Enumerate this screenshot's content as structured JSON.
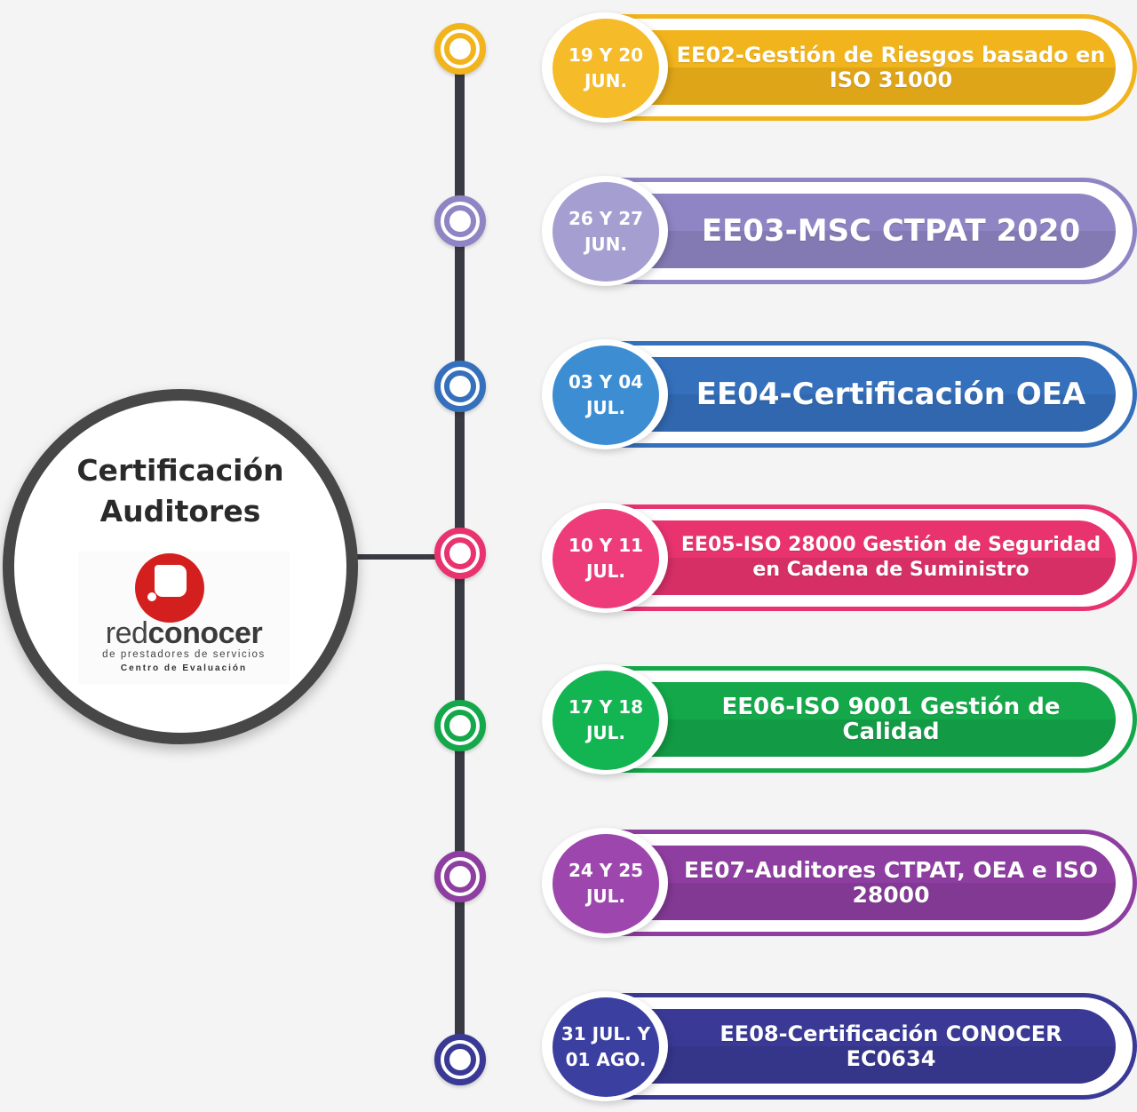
{
  "main": {
    "title_line1": "Certificación",
    "title_line2": "Auditores",
    "logo": {
      "word_red": "red",
      "word_conocer": "conocer",
      "subtitle": "de prestadores de servicios",
      "center": "Centro de Evaluación",
      "brand_color": "#d41f1f"
    }
  },
  "events": [
    {
      "date": "19 Y 20\nJUN.",
      "title": "EE02-Gestión de Riesgos basado en ISO 31000",
      "color": "#f2b41c",
      "date_color": "#f5bb28"
    },
    {
      "date": "26 Y 27\nJUN.",
      "title": "EE03-MSC CTPAT 2020",
      "color": "#8f85c4",
      "date_color": "#a59ed1"
    },
    {
      "date": "03 Y 04\nJUL.",
      "title": "EE04-Certificación OEA",
      "color": "#3570bd",
      "date_color": "#3d8dd3"
    },
    {
      "date": "10 Y 11\nJUL.",
      "title": "EE05-ISO 28000 Gestión de Seguridad en Cadena de Suministro",
      "color": "#e8336f",
      "date_color": "#ee3c7a"
    },
    {
      "date": "17 Y 18\nJUL.",
      "title": "EE06-ISO 9001 Gestión de Calidad",
      "color": "#14a84a",
      "date_color": "#12b552"
    },
    {
      "date": "24 Y 25\nJUL.",
      "title": "EE07-Auditores CTPAT, OEA e ISO 28000",
      "color": "#8e3ea0",
      "date_color": "#9d46ae"
    },
    {
      "date": "31 JUL. Y\n01 AGO.",
      "title": "EE08-Certificación CONOCER EC0634",
      "color": "#3a3a96",
      "date_color": "#3b3fa0"
    }
  ]
}
